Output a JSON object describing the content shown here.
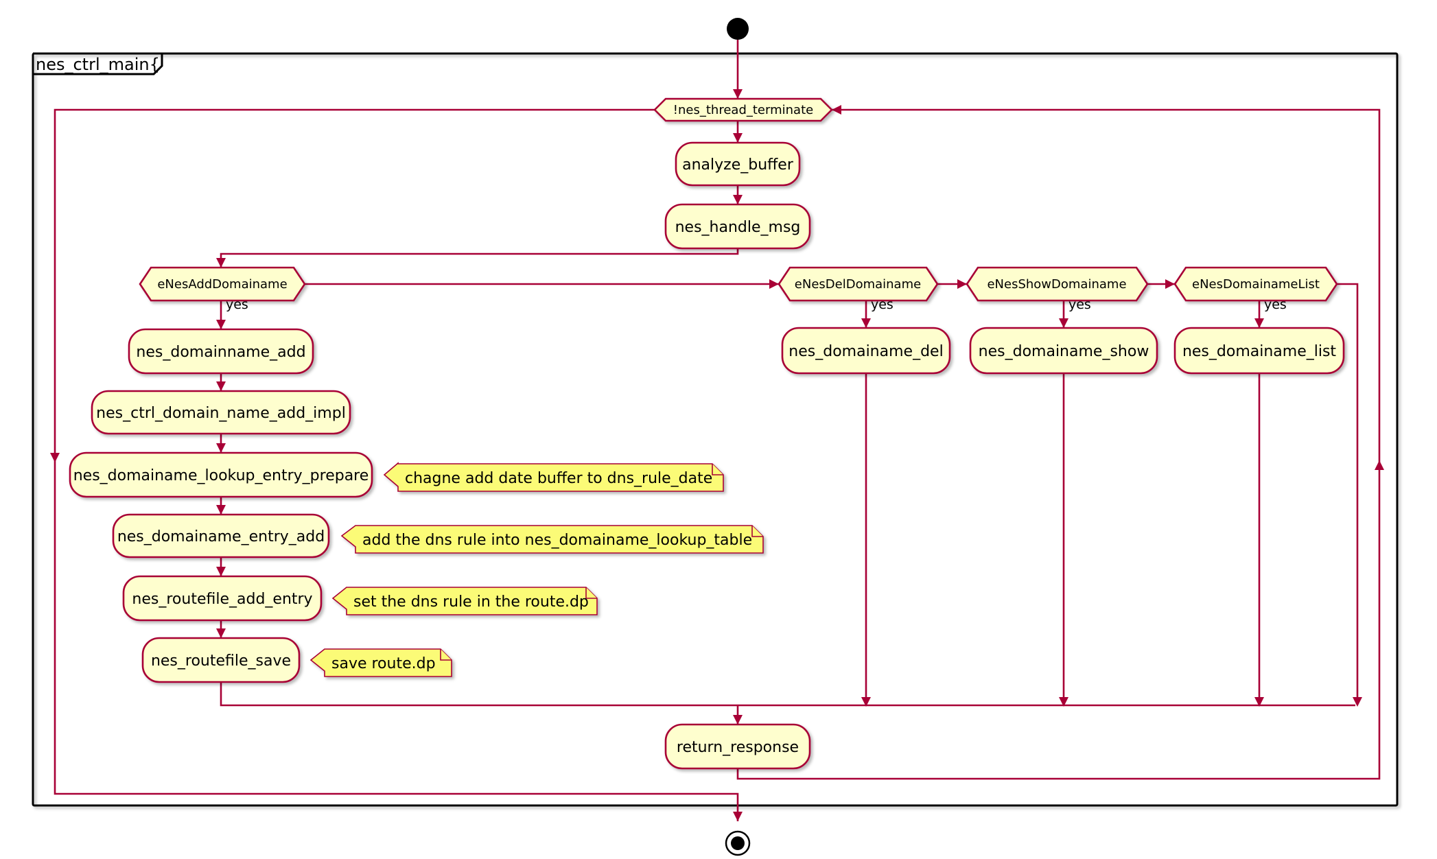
{
  "diagram": {
    "frame_title": "nes_ctrl_main{",
    "loop_condition": "!nes_thread_terminate",
    "activities": {
      "analyze_buffer": "analyze_buffer",
      "nes_handle_msg": "nes_handle_msg",
      "nes_domainname_add": "nes_domainname_add",
      "nes_ctrl_domain_name_add_impl": "nes_ctrl_domain_name_add_impl",
      "nes_domainame_lookup_entry_prepare": "nes_domainame_lookup_entry_prepare",
      "nes_domainame_entry_add": "nes_domainame_entry_add",
      "nes_routefile_add_entry": "nes_routefile_add_entry",
      "nes_routefile_save": "nes_routefile_save",
      "nes_domainame_del": "nes_domainame_del",
      "nes_domainame_show": "nes_domainame_show",
      "nes_domainame_list": "nes_domainame_list",
      "return_response": "return_response"
    },
    "decisions": {
      "add": "eNesAddDomainame",
      "del": "eNesDelDomainame",
      "show": "eNesShowDomainame",
      "list": "eNesDomainameList"
    },
    "branch_label": "yes",
    "notes": {
      "prepare": "chagne add date buffer to dns_rule_date",
      "entry_add": "add the dns rule into nes_domainame_lookup_table",
      "add_entry": "set the dns rule in the route.dp",
      "save": "save route.dp"
    },
    "colors": {
      "activity_fill": "#FEFECE",
      "border": "#A80036",
      "note_fill": "#FBFB77",
      "frame": "#000000"
    }
  }
}
